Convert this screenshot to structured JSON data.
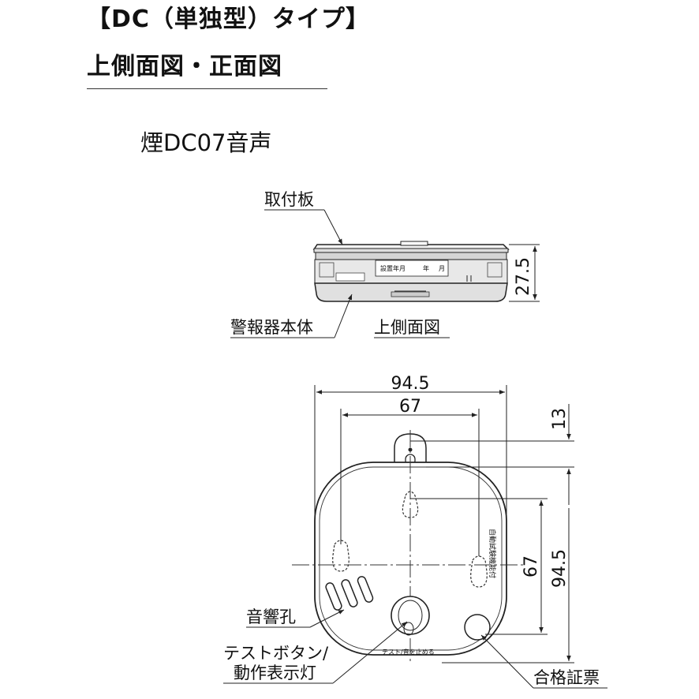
{
  "title": "【DC（単独型）タイプ】",
  "subtitle": "上側面図・正面図",
  "model": "煙DC07音声",
  "labels": {
    "mounting_plate": "取付板",
    "alarm_body": "警報器本体",
    "top_side_view": "上側面図",
    "sound_holes": "音響孔",
    "test_button_line1": "テストボタン/",
    "test_button_line2": "動作表示灯",
    "certificate_seal": "合格証票"
  },
  "device_text": {
    "install_date": "設置年月",
    "year": "年",
    "month": "月",
    "self_test": "自動試験機能付",
    "test_stop": "テスト/音を止める"
  },
  "dimensions": {
    "side_height": "27.5",
    "width_overall": "94.5",
    "width_holes": "67",
    "tab_height": "13",
    "height_holes": "67",
    "height_overall": "94.5"
  }
}
